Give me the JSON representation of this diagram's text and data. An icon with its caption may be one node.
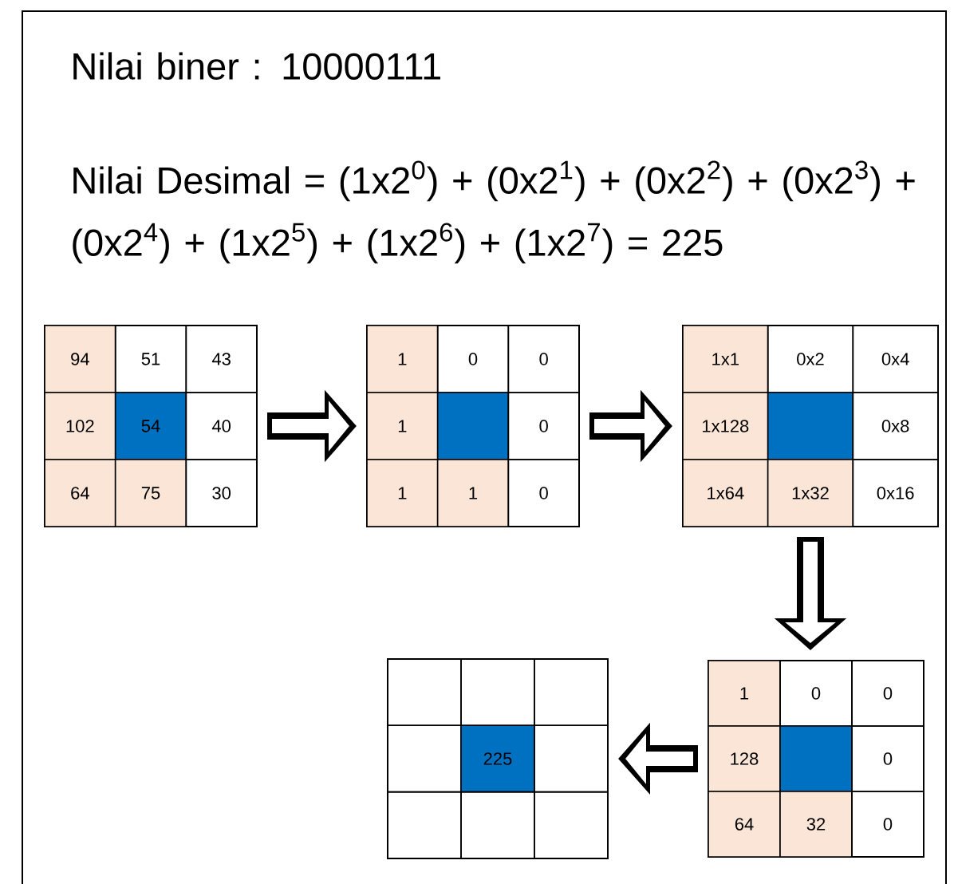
{
  "diagram": {
    "nodes": [
      {
        "text": [],
        "shape": "box"
      },
      {
        "text": [
          "94"
        ],
        "in": 0
      },
      {
        "text": [
          "51"
        ],
        "in": 0
      },
      {
        "text": [
          "43"
        ],
        "in": 0
      },
      {
        "text": [
          "102"
        ],
        "in": 0
      },
      {
        "text": [
          "54"
        ],
        "in": 0
      },
      {
        "text": [
          "40"
        ],
        "in": 0
      },
      {
        "text": [
          "64"
        ],
        "in": 0
      },
      {
        "text": [
          "75"
        ],
        "in": 0
      },
      {
        "text": [
          "30"
        ],
        "in": 0
      },
      {
        "text": [],
        "shape": "box"
      },
      {
        "text": [
          "1"
        ],
        "in": 10
      },
      {
        "text": [
          "0"
        ],
        "in": 10
      },
      {
        "text": [
          "0"
        ],
        "in": 10
      },
      {
        "text": [
          "1"
        ],
        "in": 10
      },
      {
        "text": [],
        "shape": "box",
        "in": 10
      },
      {
        "text": [
          "0"
        ],
        "in": 10
      },
      {
        "text": [
          "1"
        ],
        "in": 10
      },
      {
        "text": [
          "1"
        ],
        "in": 10
      },
      {
        "text": [
          "0"
        ],
        "in": 10
      },
      {
        "text": [],
        "shape": "box"
      },
      {
        "text": [
          "1x1"
        ],
        "in": 20
      },
      {
        "text": [
          "0x2"
        ],
        "in": 20
      },
      {
        "text": [
          "0x4"
        ],
        "in": 20
      },
      {
        "text": [
          "1x128"
        ],
        "in": 20
      },
      {
        "text": [],
        "shape": "box",
        "in": 20
      },
      {
        "text": [
          "0x8"
        ],
        "in": 20
      },
      {
        "text": [
          "1x64"
        ],
        "in": 20
      },
      {
        "text": [
          "1x32"
        ],
        "in": 20
      },
      {
        "text": [
          "0x16"
        ],
        "in": 20
      },
      {
        "text": [],
        "shape": "box"
      },
      {
        "text": [],
        "shape": "box",
        "in": 30
      },
      {
        "text": [],
        "shape": "box",
        "in": 30
      },
      {
        "text": [],
        "shape": "box",
        "in": 30
      },
      {
        "text": [],
        "shape": "box",
        "in": 30
      },
      {
        "text": [
          "225"
        ],
        "in": 30
      },
      {
        "text": [],
        "shape": "box",
        "in": 30
      },
      {
        "text": [],
        "shape": "box",
        "in": 30
      },
      {
        "text": [],
        "shape": "box",
        "in": 30
      },
      {
        "text": [],
        "shape": "box",
        "in": 30
      },
      {
        "text": [],
        "shape": "box"
      },
      {
        "text": [
          "1"
        ],
        "in": 40
      },
      {
        "text": [
          "0"
        ],
        "in": 40
      },
      {
        "text": [
          "0"
        ],
        "in": 40
      },
      {
        "text": [
          "128"
        ],
        "in": 40
      },
      {
        "text": [],
        "shape": "box",
        "in": 40
      },
      {
        "text": [
          "0"
        ],
        "in": 40
      },
      {
        "text": [
          "64"
        ],
        "in": 40
      },
      {
        "text": [
          "32"
        ],
        "in": 40
      },
      {
        "text": [
          "0"
        ],
        "in": 40
      }
    ],
    "edges": [
      {
        "from": 0,
        "to": 10,
        "arrow": "to"
      },
      {
        "from": 10,
        "to": 20,
        "arrow": "to"
      },
      {
        "from": 20,
        "to": 40,
        "arrow": "to"
      },
      {
        "from": 40,
        "to": 30,
        "arrow": "to"
      }
    ],
    "labels": [
      "Nilai biner : 10000111",
      "Nilai Desimal = (1x2$^{0}$) + (0x2$^{1}$) + (0x2$^{2}$) + (0x2$^{3}$) + (0x2$^{4}$) + (1x2$^{5}$) + (1x2$^{6}$) + (1x2$^{7}$) = 225"
    ]
  }
}
